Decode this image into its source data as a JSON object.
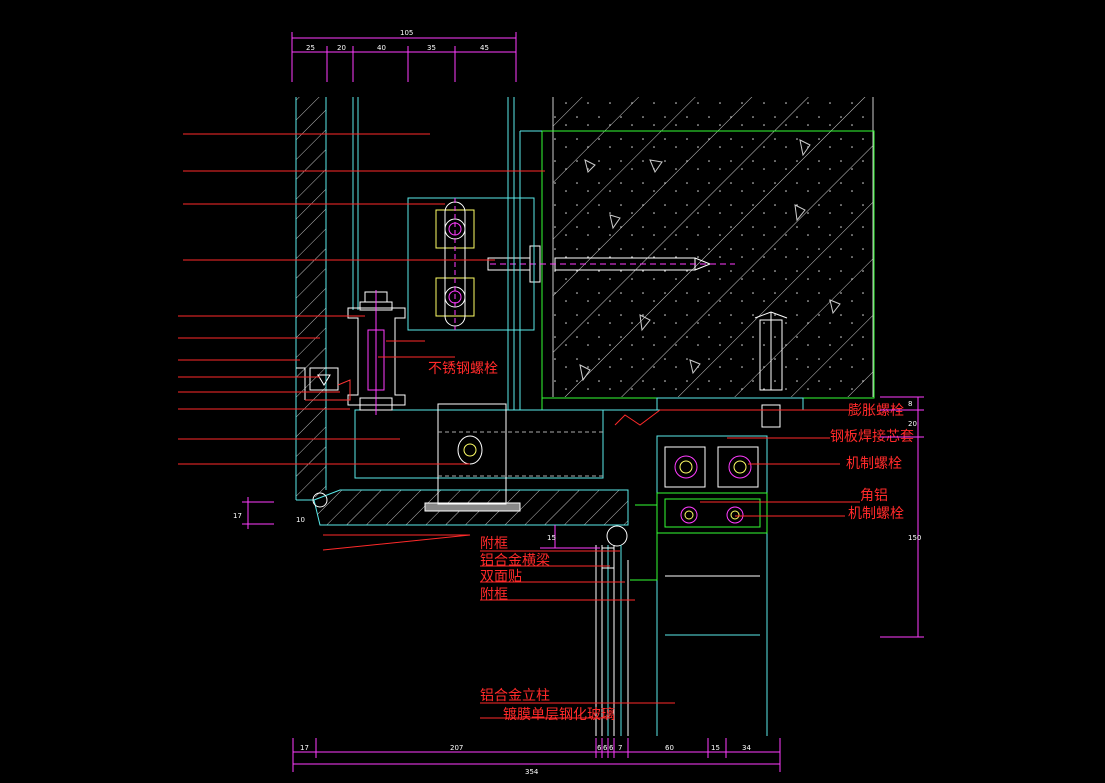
{
  "dims_top": {
    "overall": "105",
    "segments": [
      "25",
      "20",
      "40",
      "35",
      "45"
    ]
  },
  "dims_bottom": {
    "overall": "354",
    "segments": [
      "17",
      "207",
      "6",
      "6",
      "6",
      "7",
      "60",
      "15",
      "34"
    ]
  },
  "dims_left": {
    "v1": "17",
    "v2": "10"
  },
  "dims_right": {
    "v1": "8",
    "v2": "20",
    "v3": "150"
  },
  "dims_mid": {
    "v1": "15"
  },
  "labels": {
    "stainless_bolt": "不锈钢螺栓",
    "expansion_bolt": "膨胀螺栓",
    "plate_weld_sleeve": "钢板焊接芯套",
    "machine_bolt_1": "机制螺栓",
    "angle_aluminum": "角铝",
    "machine_bolt_2": "机制螺栓",
    "sub_frame_1": "附框",
    "al_crossbeam": "铝合金横梁",
    "double_tape": "双面贴",
    "sub_frame_2": "附框",
    "al_mullion": "铝合金立柱",
    "coated_glass": "镀膜单层钢化玻璃"
  }
}
